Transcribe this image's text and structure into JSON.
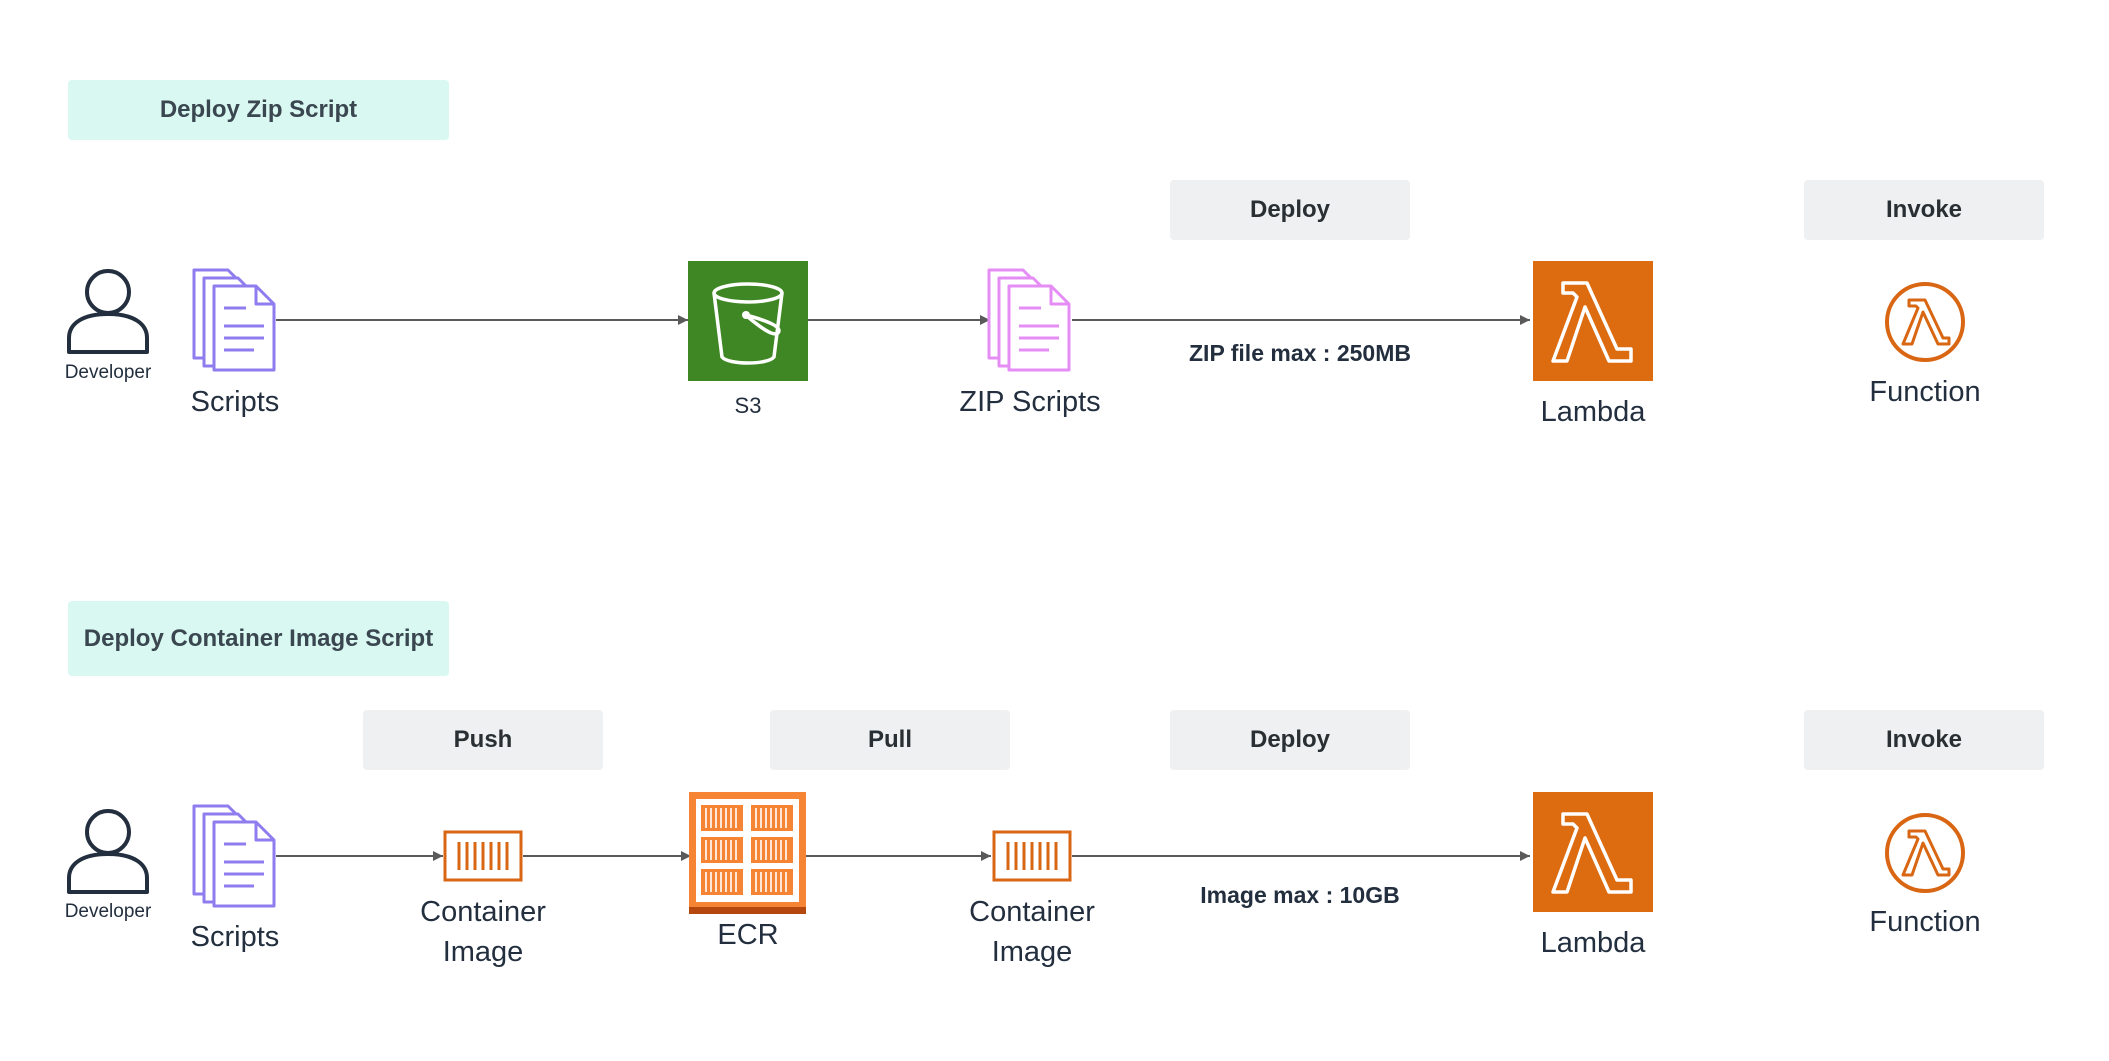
{
  "colors": {
    "section_bg": "#d8f8f1",
    "step_bg": "#eef0f2",
    "script_purple": "#8f7df0",
    "zip_pink": "#e58cf5",
    "s3_green": "#3f8624",
    "lambda_orange": "#dd6b10",
    "ecr_orange": "#f58534",
    "container_orange": "#d86613",
    "arrow_gray": "#5a5a5a",
    "dark": "#232f3e"
  },
  "zip_flow": {
    "section_title": "Deploy Zip Script",
    "developer": "Developer",
    "scripts": "Scripts",
    "s3": "S3",
    "zip_scripts": "ZIP Scripts",
    "deploy_step": "Deploy",
    "limit_label": "ZIP file max : 250MB",
    "lambda": "Lambda",
    "invoke_step": "Invoke",
    "function": "Function"
  },
  "container_flow": {
    "section_title": "Deploy Container Image Script",
    "developer": "Developer",
    "scripts": "Scripts",
    "push_step": "Push",
    "container_image_1": "Container Image",
    "pull_step": "Pull",
    "ecr": "ECR",
    "container_image_2": "Container Image",
    "deploy_step": "Deploy",
    "limit_label": "Image max : 10GB",
    "lambda": "Lambda",
    "invoke_step": "Invoke",
    "function": "Function"
  }
}
